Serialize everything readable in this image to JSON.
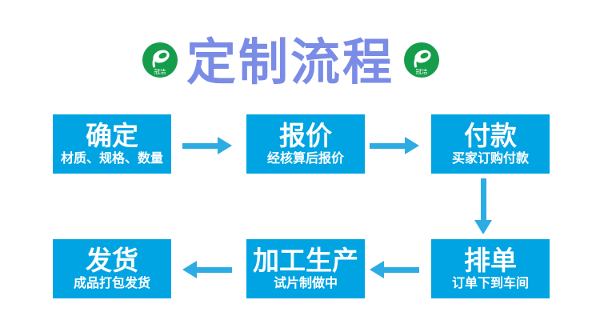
{
  "header": {
    "title": "定制流程",
    "title_color": "#7A8CE5",
    "logo": {
      "text": "冠洁",
      "color": "#159D4B"
    }
  },
  "flow": {
    "box_color": "#00A4E2",
    "arrow_color": "#2CACE3",
    "steps": [
      {
        "title": "确定",
        "subtitle": "材质、规格、数量"
      },
      {
        "title": "报价",
        "subtitle": "经核算后报价"
      },
      {
        "title": "付款",
        "subtitle": "买家订购付款"
      },
      {
        "title": "排单",
        "subtitle": "订单下到车间"
      },
      {
        "title": "加工生产",
        "subtitle": "试片制做中"
      },
      {
        "title": "发货",
        "subtitle": "成品打包发货"
      }
    ],
    "arrow_directions": [
      "right",
      "right",
      "down",
      "left",
      "left"
    ]
  }
}
